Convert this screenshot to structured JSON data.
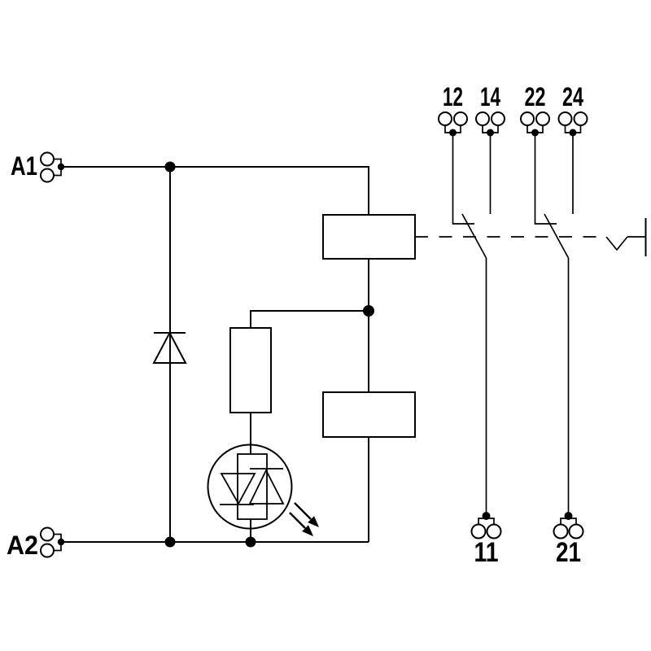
{
  "meta": {
    "diagram_type": "relay-terminal-wiring-diagram",
    "background_color": "#ffffff",
    "line_color": "#000000"
  },
  "terminals": {
    "coil_plus": {
      "label": "A1"
    },
    "coil_minus": {
      "label": "A2"
    },
    "top": [
      {
        "id": "t12",
        "label": "12"
      },
      {
        "id": "t14",
        "label": "14"
      },
      {
        "id": "t22",
        "label": "22"
      },
      {
        "id": "t24",
        "label": "24"
      }
    ],
    "bottom": [
      {
        "id": "t11",
        "label": "11"
      },
      {
        "id": "t21",
        "label": "21"
      }
    ]
  },
  "components": {
    "suppressor_diode": "diode-symbol",
    "relay_coil_upper": "rectangle-box",
    "relay_coil_lower": "rectangle-box",
    "series_resistor": "rectangle-box",
    "led_indicator": "circle-with-antiparallel-diodes-and-emission-arrows",
    "contact_1": "changeover-contact-11-12-14",
    "contact_2": "changeover-contact-21-22-24",
    "mechanical_link": "dashed-line-with-notch-and-end-bar"
  }
}
